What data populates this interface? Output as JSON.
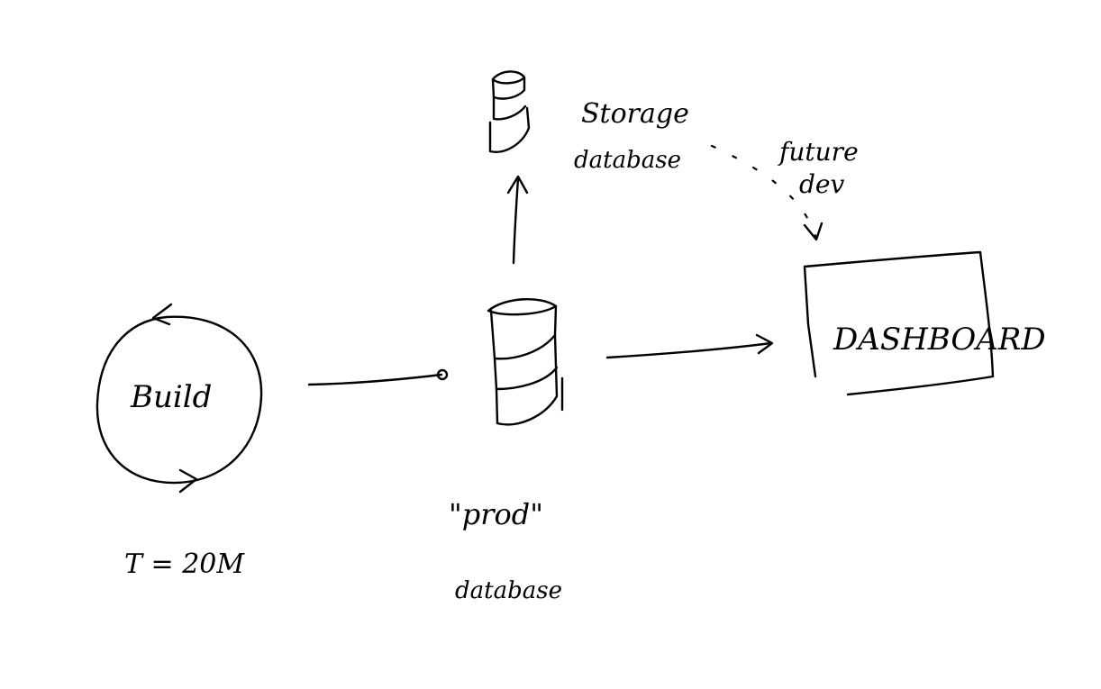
{
  "nodes": {
    "build": {
      "label": "Build",
      "time": "T = 20M"
    },
    "prod_db": {
      "label_line1": "\"prod\"",
      "label_line2": "database"
    },
    "storage_db": {
      "label_line1": "Storage",
      "label_line2": "database"
    },
    "dashboard": {
      "label": "DASHBOARD"
    }
  },
  "edges": {
    "future": {
      "label_line1": "future",
      "label_line2": "dev"
    }
  }
}
